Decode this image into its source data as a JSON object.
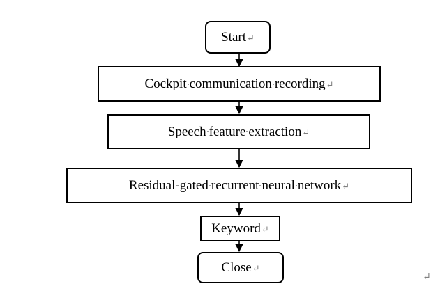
{
  "flowchart": {
    "start": "Start",
    "step1": [
      "Cockpit",
      "communication",
      "recording"
    ],
    "step2": [
      "Speech",
      "feature",
      "extraction"
    ],
    "step3": [
      "Residual-gated",
      "recurrent",
      "neural",
      "network"
    ],
    "step4": "Keyword",
    "end": "Close"
  },
  "marks": {
    "paragraph": "↵"
  }
}
